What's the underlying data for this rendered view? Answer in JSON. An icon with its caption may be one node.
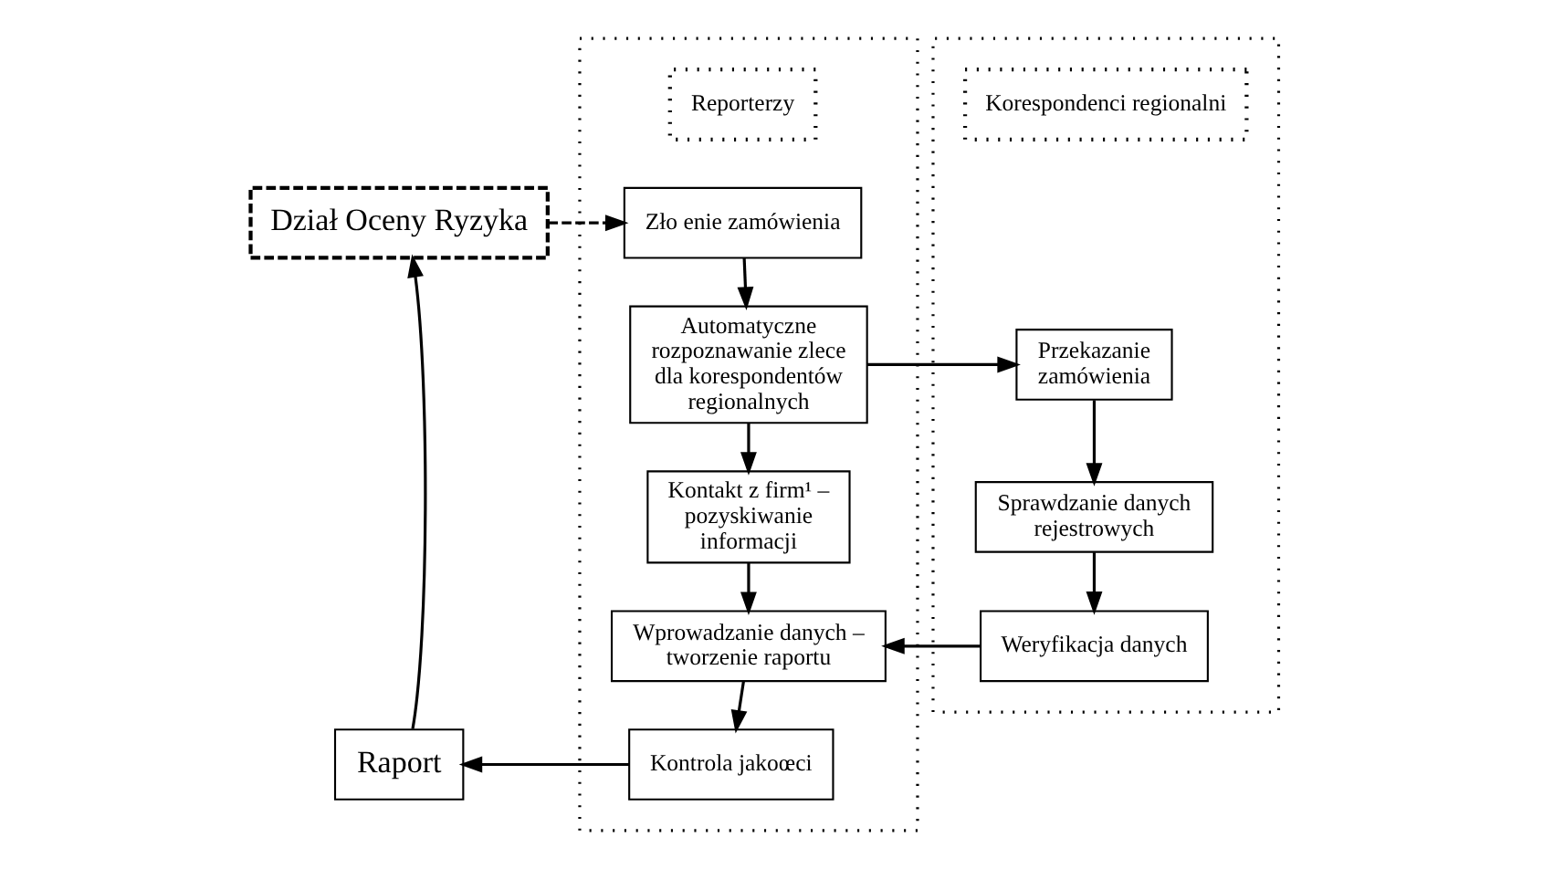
{
  "diagram": {
    "nodes": [
      {
        "text": [
          "Dział Oceny Ryzyka"
        ]
      },
      {
        "text": [],
        "shape": "box"
      },
      {
        "text": [
          "Reporterzy"
        ],
        "in": 1
      },
      {
        "text": [
          "Zło enie zamówienia"
        ],
        "in": 1
      },
      {
        "text": [
          "Automatyczne rozpoznawanie zlece dla korespondentów regionalnych"
        ],
        "in": 1
      },
      {
        "text": [
          "Kontakt z firm¹ – pozyskiwanie informacji"
        ],
        "in": 1
      },
      {
        "text": [
          "Wprowadzanie danych – tworzenie raportu"
        ],
        "in": 1
      },
      {
        "text": [
          "Kontrola jakoœci"
        ],
        "in": 1
      },
      {
        "text": [
          "Raport"
        ]
      },
      {
        "text": [],
        "shape": "box"
      },
      {
        "text": [
          "Korespondenci regionalni"
        ],
        "in": 9
      },
      {
        "text": [
          "Przekazanie zamówienia"
        ],
        "in": 9
      },
      {
        "text": [
          "Sprawdzanie danych rejestrowych"
        ],
        "in": 9
      },
      {
        "text": [
          "Weryfikacja danych"
        ],
        "in": 9
      }
    ],
    "edges": [
      {
        "from": 0,
        "to": 3,
        "arrow": "to",
        "style": "dashed"
      },
      {
        "from": 3,
        "to": 4,
        "arrow": "to"
      },
      {
        "from": 4,
        "to": 5,
        "arrow": "to"
      },
      {
        "from": 5,
        "to": 6,
        "arrow": "to"
      },
      {
        "from": 6,
        "to": 7,
        "arrow": "to"
      },
      {
        "from": 4,
        "to": 11,
        "arrow": "to"
      },
      {
        "from": 11,
        "to": 12,
        "arrow": "to"
      },
      {
        "from": 12,
        "to": 13,
        "arrow": "to"
      },
      {
        "from": 13,
        "to": 6,
        "arrow": "to"
      },
      {
        "from": 7,
        "to": 8,
        "arrow": "to"
      },
      {
        "from": 8,
        "to": 0,
        "arrow": "to"
      }
    ]
  }
}
